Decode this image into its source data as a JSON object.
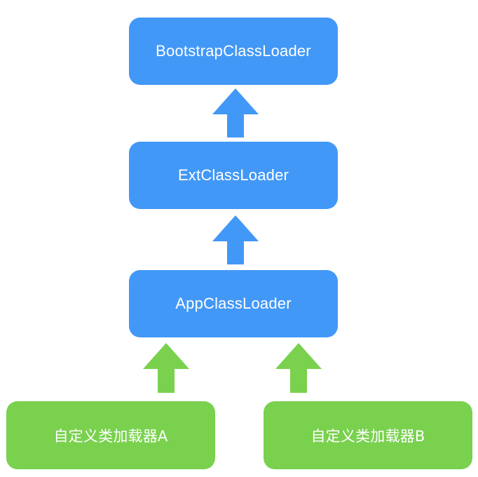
{
  "diagram": {
    "nodes": {
      "bootstrap": "BootstrapClassLoader",
      "ext": "ExtClassLoader",
      "app": "AppClassLoader",
      "custom_a": "自定义类加载器A",
      "custom_b": "自定义类加载器B"
    },
    "edges": [
      {
        "from": "ext",
        "to": "bootstrap"
      },
      {
        "from": "app",
        "to": "ext"
      },
      {
        "from": "custom_a",
        "to": "app"
      },
      {
        "from": "custom_b",
        "to": "app"
      }
    ],
    "colors": {
      "loader_blue": "#4298f6",
      "custom_green": "#79d14e",
      "text": "#ffffff"
    }
  }
}
